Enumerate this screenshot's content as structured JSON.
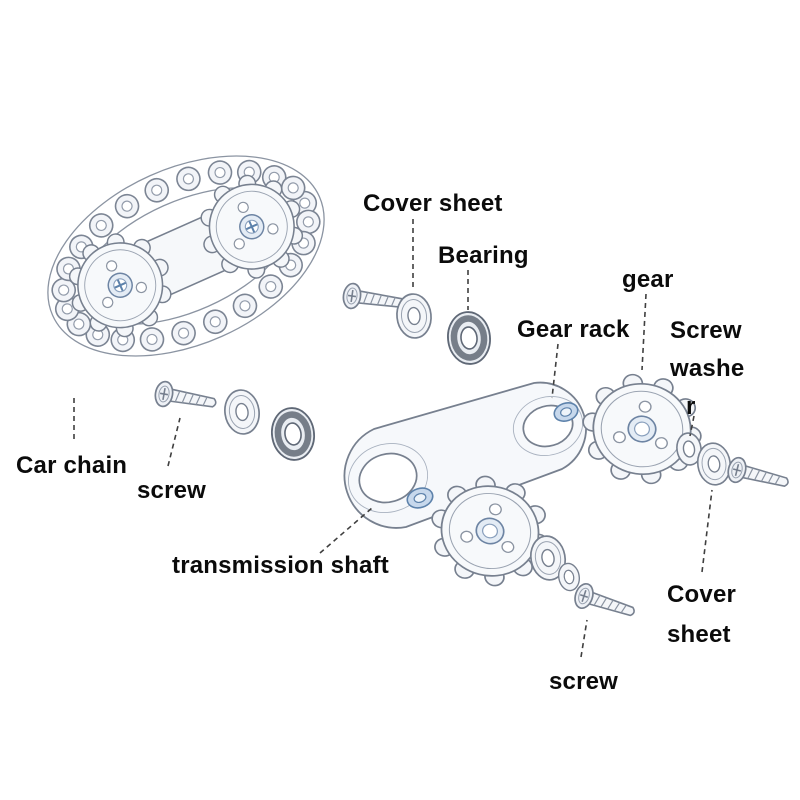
{
  "colors": {
    "background": "#ffffff",
    "text": "#0b0b0b",
    "sketch_stroke": "#77808f",
    "sketch_light": "#9aa3b1",
    "bearing_dark": "#59616e",
    "accent_blue": "#5d82ab",
    "leader_line": "#3f3f3f"
  },
  "labels": {
    "cover_sheet_top": {
      "text": "Cover sheet"
    },
    "bearing": {
      "text": "Bearing"
    },
    "gear": {
      "text": "gear"
    },
    "gear_rack": {
      "text": "Gear rack"
    },
    "screw_washer": {
      "lines": [
        "Screw",
        "washe",
        "r"
      ]
    },
    "car_chain": {
      "text": "Car chain"
    },
    "screw_left": {
      "text": "screw"
    },
    "transmission_shaft": {
      "text": "transmission shaft"
    },
    "cover_sheet_bottom": {
      "lines": [
        "Cover",
        "sheet"
      ]
    },
    "screw_bottom": {
      "text": "screw"
    }
  }
}
